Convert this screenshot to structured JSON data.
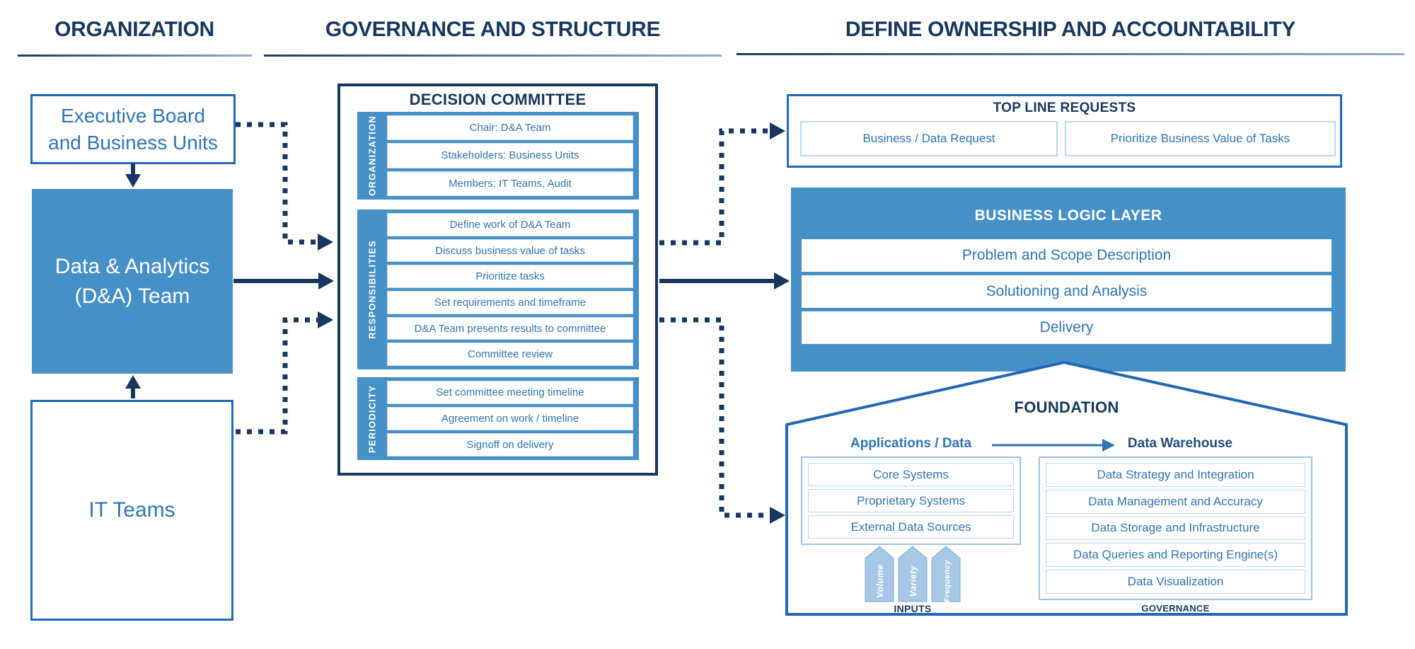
{
  "headers": {
    "organization": "ORGANIZATION",
    "governance": "GOVERNANCE AND STRUCTURE",
    "ownership": "DEFINE OWNERSHIP AND ACCOUNTABILITY"
  },
  "org_column": {
    "executive_board": "Executive Board and Business Units",
    "dna_team": "Data & Analytics (D&A) Team",
    "it_teams": "IT Teams"
  },
  "committee": {
    "title": "DECISION COMMITTEE",
    "sections": [
      {
        "label": "ORGANIZATION",
        "rows": [
          "Chair: D&A Team",
          "Stakeholders: Business Units",
          "Members: IT Teams, Audit"
        ]
      },
      {
        "label": "RESPONSIBILITIES",
        "rows": [
          "Define work of D&A Team",
          "Discuss business value of tasks",
          "Prioritize tasks",
          "Set requirements and timeframe",
          "D&A Team presents results to committee",
          "Committee review"
        ]
      },
      {
        "label": "PERIODICITY",
        "rows": [
          "Set committee meeting timeline",
          "Agreement on work / timeline",
          "Signoff on delivery"
        ]
      }
    ]
  },
  "top_line_requests": {
    "title": "TOP LINE REQUESTS",
    "cells": [
      "Business / Data Request",
      "Prioritize Business Value of Tasks"
    ]
  },
  "business_logic_layer": {
    "title": "BUSINESS LOGIC LAYER",
    "rows": [
      "Problem and Scope Description",
      "Solutioning and Analysis",
      "Delivery"
    ]
  },
  "foundation": {
    "title": "FOUNDATION",
    "applications_label": "Applications / Data",
    "warehouse_label": "Data Warehouse",
    "applications_rows": [
      "Core Systems",
      "Proprietary Systems",
      "External Data Sources"
    ],
    "input_arrows": [
      "Volume",
      "Variety",
      "Frequency"
    ],
    "inputs_caption": "INPUTS",
    "warehouse_rows": [
      "Data Strategy and Integration",
      "Data Management and Accuracy",
      "Data Storage and Infrastructure",
      "Data Queries and Reporting Engine(s)",
      "Data Visualization"
    ],
    "governance_caption": "GOVERNANCE"
  },
  "colors": {
    "navy": "#17375E",
    "blue_text": "#2E75B6",
    "mid_blue_fill": "#4690C8",
    "box_border_blue": "#2368B4",
    "light_border": "#BDD7EE",
    "input_arrow_fill": "#A7C7E6"
  }
}
